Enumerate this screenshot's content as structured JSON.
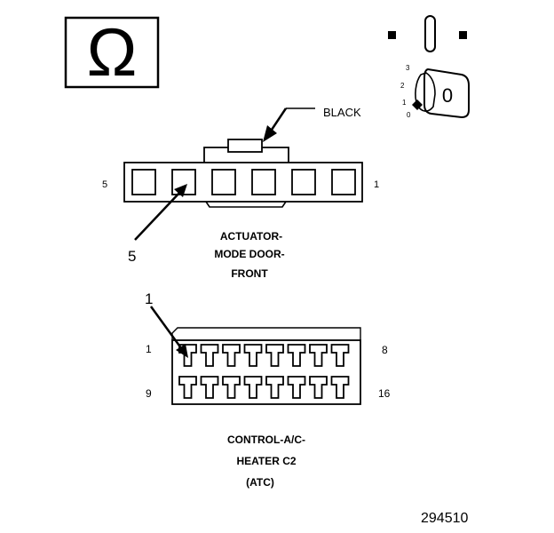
{
  "meter_symbol": "Ω",
  "key_switch": {
    "positions": [
      "3",
      "2",
      "1",
      "0"
    ],
    "key_label": "0"
  },
  "actuator_connector": {
    "wire_color": "BLACK",
    "pin_left": "5",
    "pin_right": "1",
    "callout_number": "5",
    "title": [
      "ACTUATOR-",
      "MODE DOOR-",
      "FRONT"
    ]
  },
  "heater_connector": {
    "callout_number": "1",
    "pin_top_left": "1",
    "pin_top_right": "8",
    "pin_bottom_left": "9",
    "pin_bottom_right": "16",
    "title": [
      "CONTROL-A/C-",
      "HEATER C2",
      "(ATC)"
    ]
  },
  "figure_number": "294510"
}
